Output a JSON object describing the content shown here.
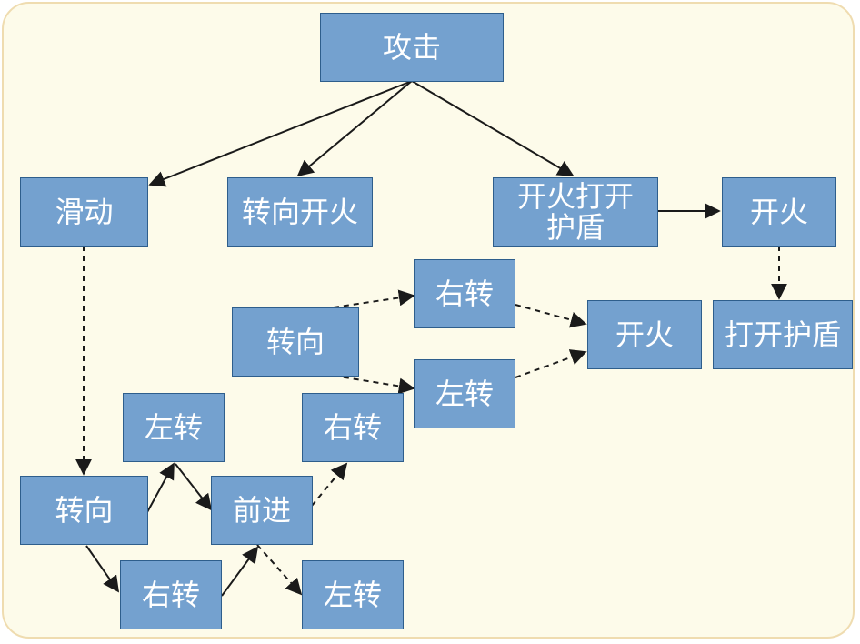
{
  "nodes": {
    "attack": "攻击",
    "slide": "滑动",
    "turn_fire": "转向开火",
    "fire_shield": "开火打开护盾",
    "fire_a": "开火",
    "open_shield": "打开护盾",
    "turn_a": "转向",
    "right_a": "右转",
    "left_a": "左转",
    "fire_b": "开火",
    "left_b": "左转",
    "right_b": "右转",
    "turn_b": "转向",
    "forward": "前进",
    "right_c": "右转",
    "left_c": "左转"
  },
  "colors": {
    "node_fill": "#74a1cf",
    "node_border": "#2e5e8c",
    "frame_fill": "#fdfbea",
    "frame_border": "#efdcb0",
    "arrow": "#1a1a1a"
  }
}
